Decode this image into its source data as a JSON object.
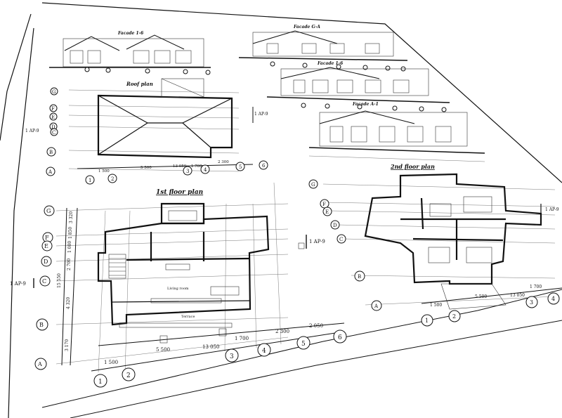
{
  "titles": {
    "facade_1": "Facade 1-6",
    "facade_2": "Facade G-A",
    "facade_3": "Facade 1-6",
    "facade_4": "Facade A-1",
    "roof_plan": "Roof plan",
    "first_floor": "1st floor plan",
    "second_floor": "2nd floor plan"
  },
  "axis_letters_left": [
    "G",
    "F",
    "E",
    "D",
    "C",
    "B",
    "A"
  ],
  "axis_numbers_bottom": [
    "1",
    "2",
    "3",
    "4",
    "5",
    "6"
  ],
  "section_marks": [
    "1 AP-9",
    "1 AP-9",
    "1 AP-9",
    "1 AP-9"
  ],
  "dimensions_bottom": [
    "1 500",
    "5 500",
    "1 700",
    "2 300",
    "2 050",
    "13 050"
  ],
  "dimensions_left": [
    "3 170",
    "4 320",
    "15 550",
    "2 700",
    "1 080",
    "1 850",
    "3 320"
  ],
  "dimensions_roof": [
    "1 500",
    "5 500",
    "1 700",
    "2 300",
    "13 050"
  ],
  "dimensions_second": [
    "1 500",
    "5 500",
    "1 700",
    "13 050"
  ],
  "room_labels": [
    "Terrace",
    "Living room"
  ]
}
